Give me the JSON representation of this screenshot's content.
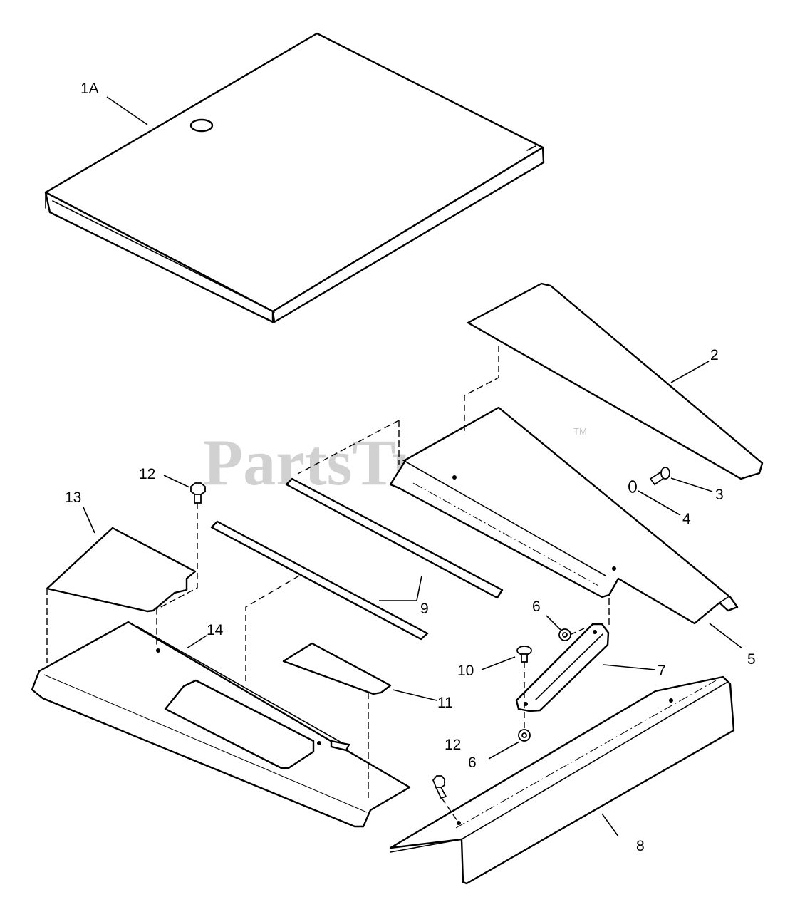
{
  "watermark": {
    "text": "PartsTree",
    "trademark": "TM"
  },
  "callouts": {
    "c1A": "1A",
    "c2": "2",
    "c3": "3",
    "c4": "4",
    "c5": "5",
    "c6a": "6",
    "c6b": "6",
    "c7": "7",
    "c8": "8",
    "c9": "9",
    "c10": "10",
    "c11": "11",
    "c12a": "12",
    "c12b": "12",
    "c13": "13",
    "c14": "14"
  }
}
